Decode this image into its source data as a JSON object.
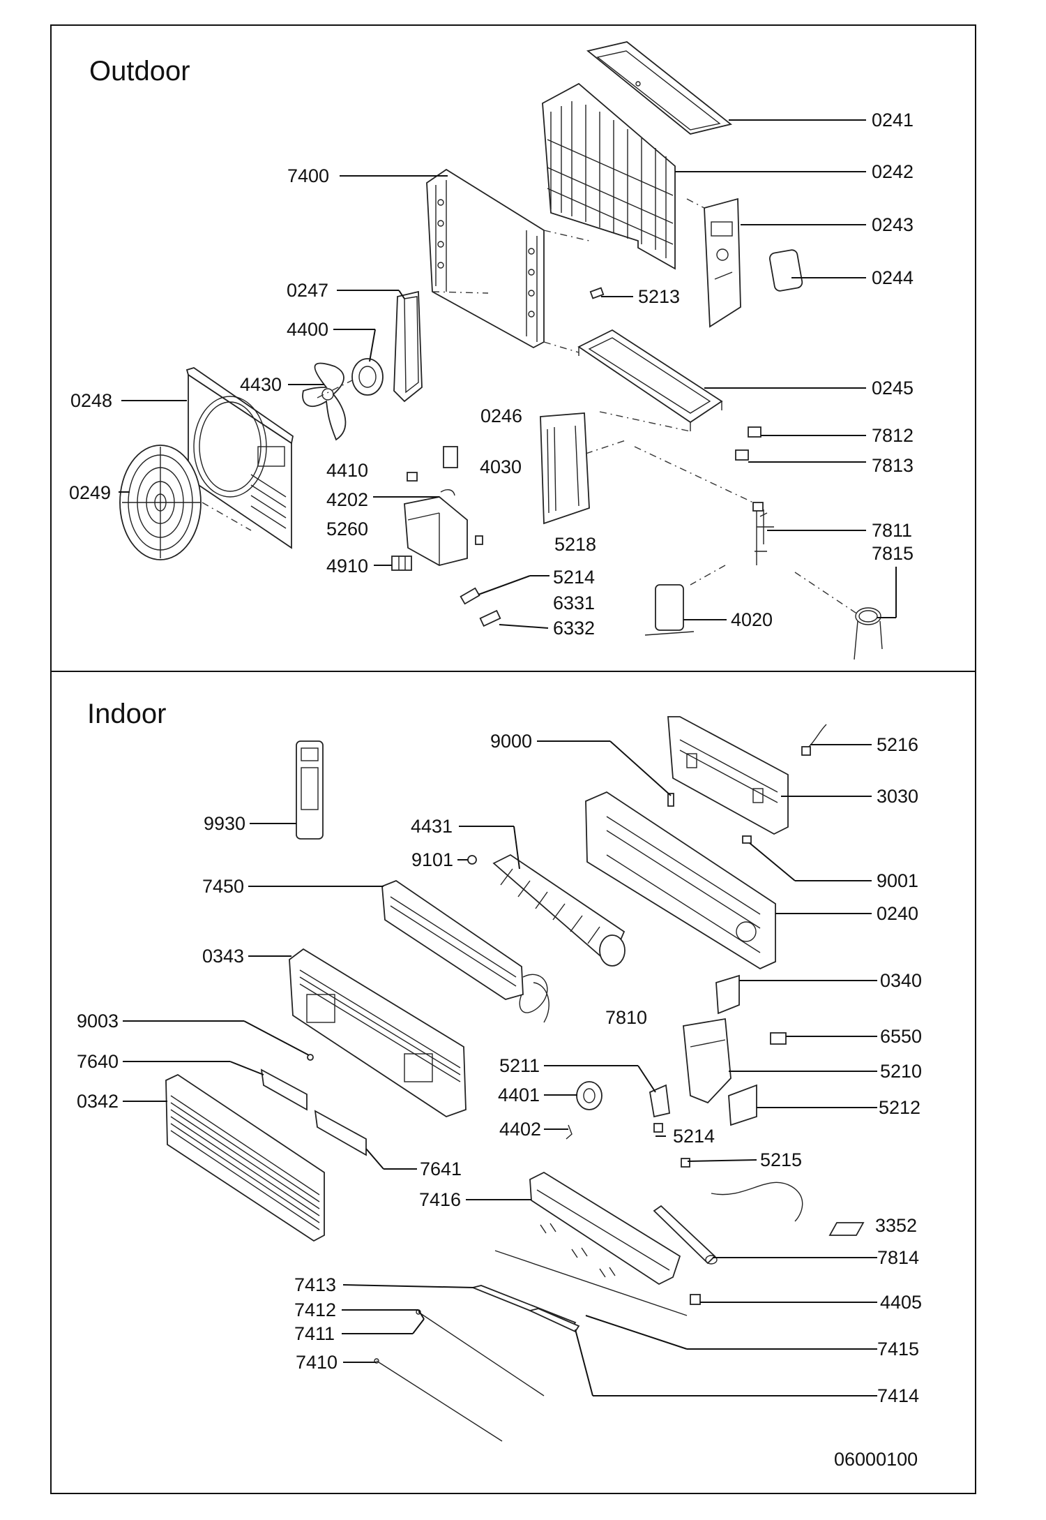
{
  "sections": [
    {
      "title": "Outdoor"
    },
    {
      "title": "Indoor"
    }
  ],
  "outdoor_labels": [
    "0241",
    "0242",
    "7400",
    "0243",
    "0244",
    "0247",
    "5213",
    "4400",
    "4430",
    "0245",
    "0248",
    "0246",
    "7812",
    "4410",
    "4030",
    "7813",
    "0249",
    "4202",
    "5260",
    "7811",
    "7815",
    "5218",
    "4910",
    "5214",
    "6331",
    "4020",
    "6332"
  ],
  "indoor_labels": [
    "9000",
    "5216",
    "3030",
    "9930",
    "4431",
    "9101",
    "9001",
    "7450",
    "0240",
    "0343",
    "0340",
    "7810",
    "9003",
    "6550",
    "7640",
    "5211",
    "5210",
    "0342",
    "4401",
    "5212",
    "4402",
    "5214",
    "7641",
    "5215",
    "7416",
    "3352",
    "7814",
    "7413",
    "4405",
    "7412",
    "7411",
    "7415",
    "7410",
    "7414"
  ],
  "document_ref": "06000100"
}
